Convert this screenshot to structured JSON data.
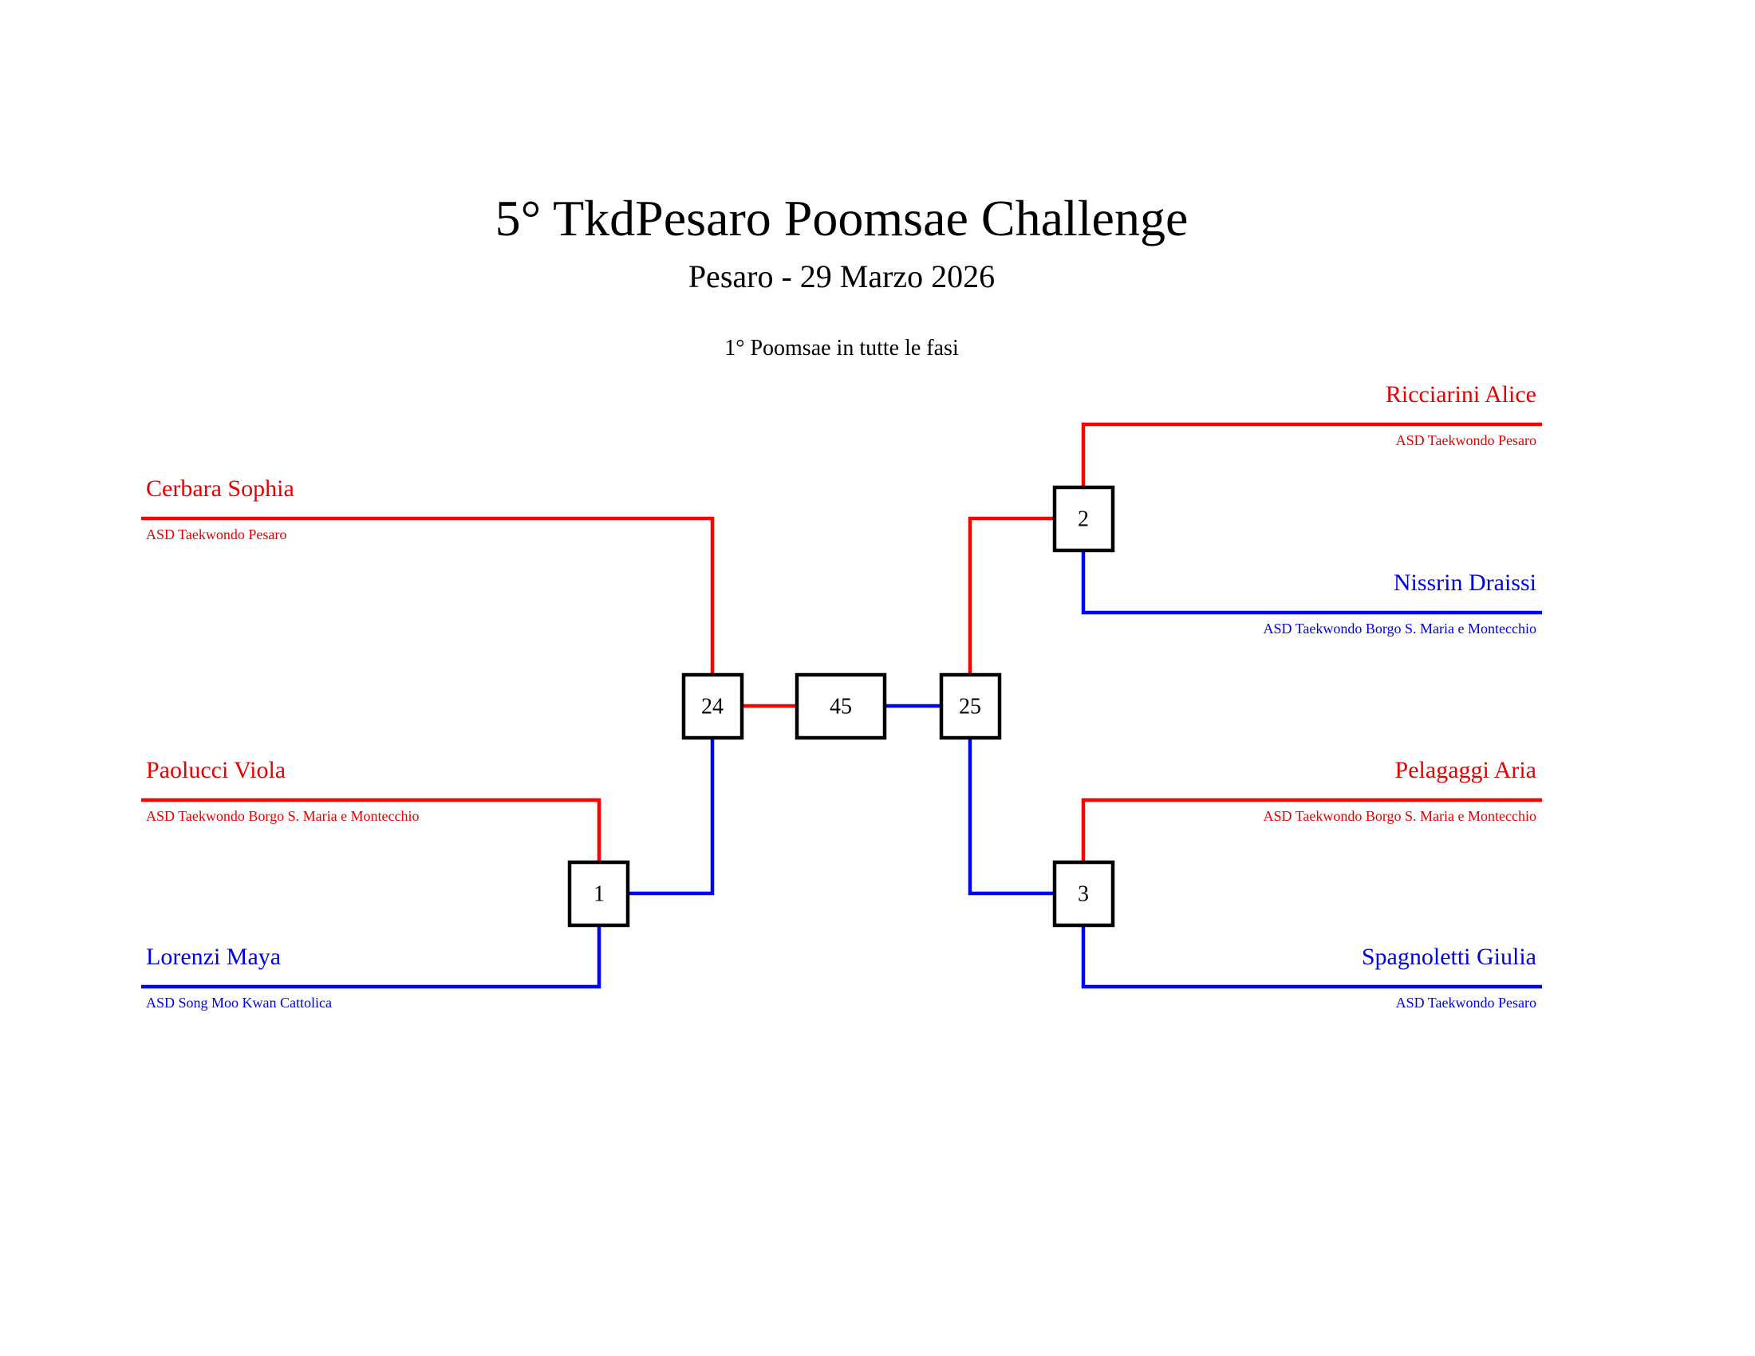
{
  "header": {
    "title": "5° TkdPesaro Poomsae Challenge",
    "subtitle": "Pesaro - 29 Marzo 2026",
    "note": "1° Poomsae in tutte le fasi"
  },
  "colors": {
    "red": "#ff0000",
    "blue": "#0000ff"
  },
  "athletes": {
    "left_top": {
      "name": "Cerbara Sophia",
      "club": "ASD Taekwondo Pesaro"
    },
    "left_red": {
      "name": "Paolucci Viola",
      "club": "ASD Taekwondo Borgo S. Maria e Montecchio"
    },
    "left_blue": {
      "name": "Lorenzi Maya",
      "club": "ASD Song Moo Kwan Cattolica"
    },
    "right_red_1": {
      "name": "Ricciarini Alice",
      "club": "ASD Taekwondo Pesaro"
    },
    "right_blue_1": {
      "name": "Nissrin Draissi",
      "club": "ASD Taekwondo Borgo S. Maria e Montecchio"
    },
    "right_red_2": {
      "name": "Pelagaggi Aria",
      "club": "ASD Taekwondo Borgo S. Maria e Montecchio"
    },
    "right_blue_2": {
      "name": "Spagnoletti Giulia",
      "club": "ASD Taekwondo Pesaro"
    }
  },
  "matches": {
    "m1": "1",
    "m2": "2",
    "m3": "3",
    "m24": "24",
    "m25": "25",
    "m45": "45"
  }
}
